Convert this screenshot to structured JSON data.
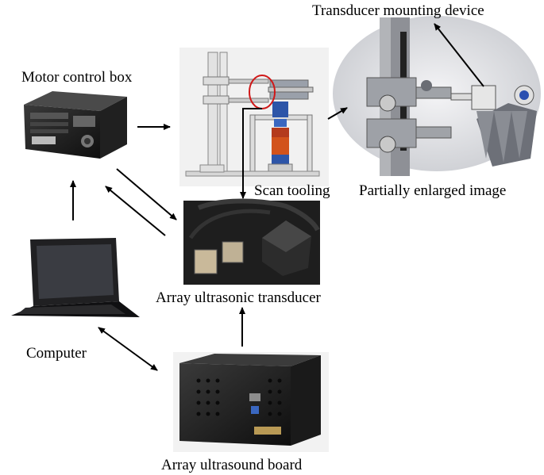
{
  "labels": {
    "motor_control_box": "Motor control box",
    "scan_tooling": "Scan tooling",
    "transducer_mounting_device": "Transducer mounting device",
    "partially_enlarged_image": "Partially enlarged image",
    "array_ultrasonic_transducer": "Array ultrasonic transducer",
    "computer": "Computer",
    "array_ultrasound_board": "Array ultrasound board"
  },
  "colors": {
    "highlight": "#d01818",
    "arrow": "#000000",
    "device_body": "#1c1c1c",
    "magnet_orange": "#d2531c",
    "tooling_blue": "#2d55a8"
  }
}
